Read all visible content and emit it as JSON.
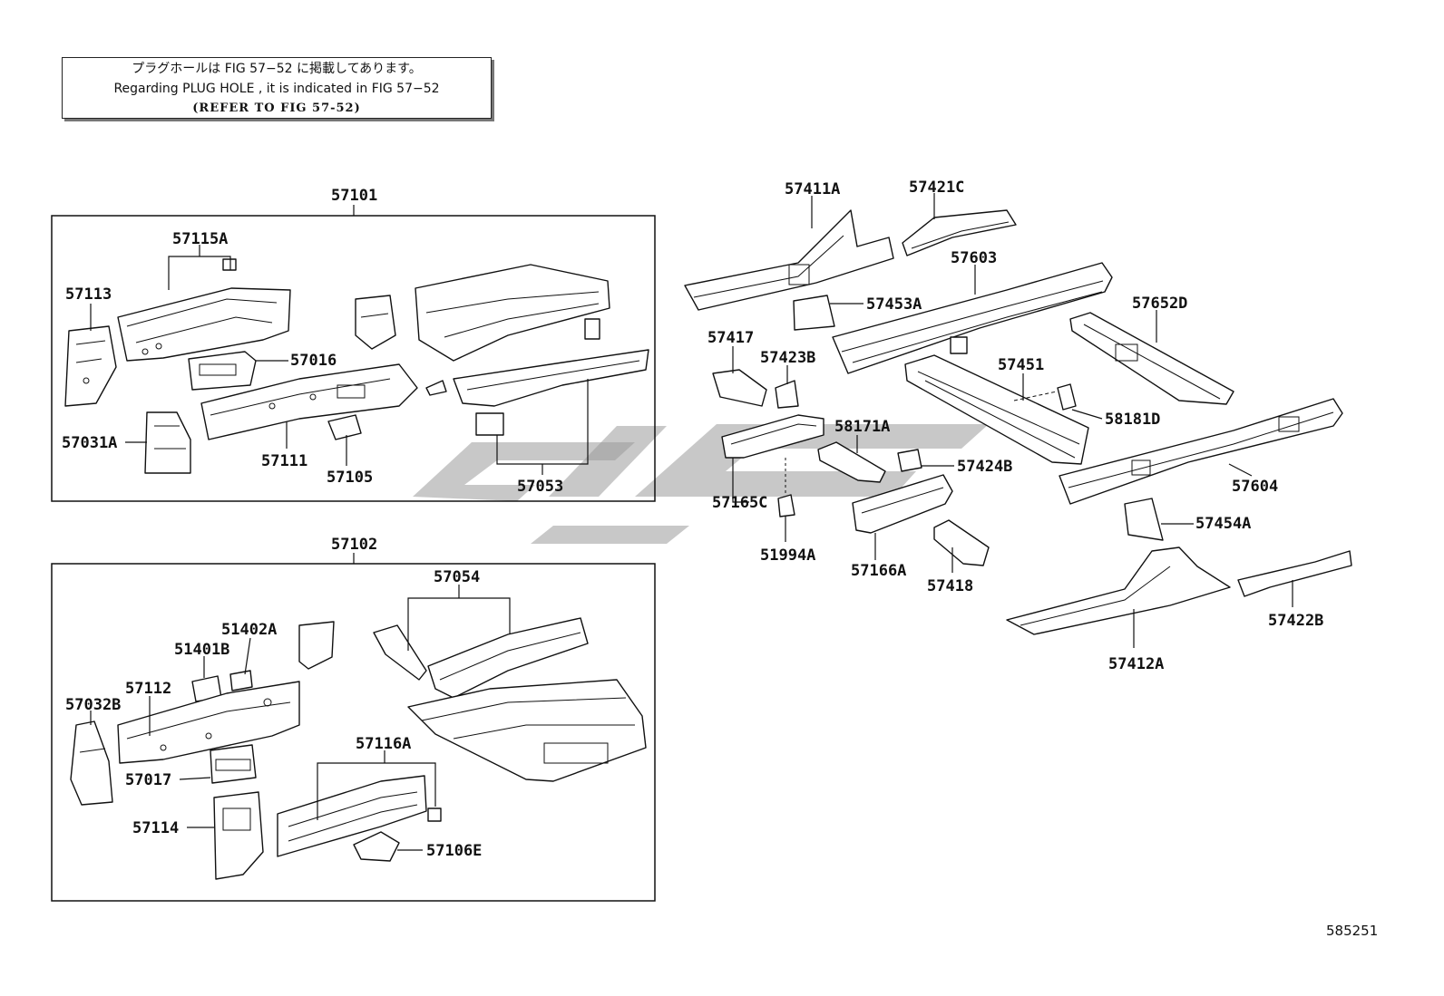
{
  "note": {
    "line_ja": "プラグホールは FIG 57−52 に掲載してあります。",
    "line_en": "Regarding  PLUG  HOLE , it is indicated in  FIG  57−52",
    "line_ref": "(REFER TO FIG 57-52)"
  },
  "groups": {
    "upper": "57101",
    "lower": "57102"
  },
  "labels": {
    "p57115A": "57115A",
    "p57113": "57113",
    "p57016": "57016",
    "p57031A": "57031A",
    "p57111": "57111",
    "p57105": "57105",
    "p57053": "57053",
    "p57054": "57054",
    "p51402A": "51402A",
    "p51401B": "51401B",
    "p57112": "57112",
    "p57032B": "57032B",
    "p57017": "57017",
    "p57116A": "57116A",
    "p57114": "57114",
    "p57106E": "57106E",
    "p57411A": "57411A",
    "p57421C": "57421C",
    "p57603": "57603",
    "p57453A": "57453A",
    "p57652D": "57652D",
    "p57417": "57417",
    "p57423B": "57423B",
    "p57451": "57451",
    "p58181D": "58181D",
    "p58171A": "58171A",
    "p57424B": "57424B",
    "p57604": "57604",
    "p57165C": "57165C",
    "p51994A": "51994A",
    "p57166A": "57166A",
    "p57418": "57418",
    "p57454A": "57454A",
    "p57422B": "57422B",
    "p57412A": "57412A"
  },
  "figure_code": "585251"
}
